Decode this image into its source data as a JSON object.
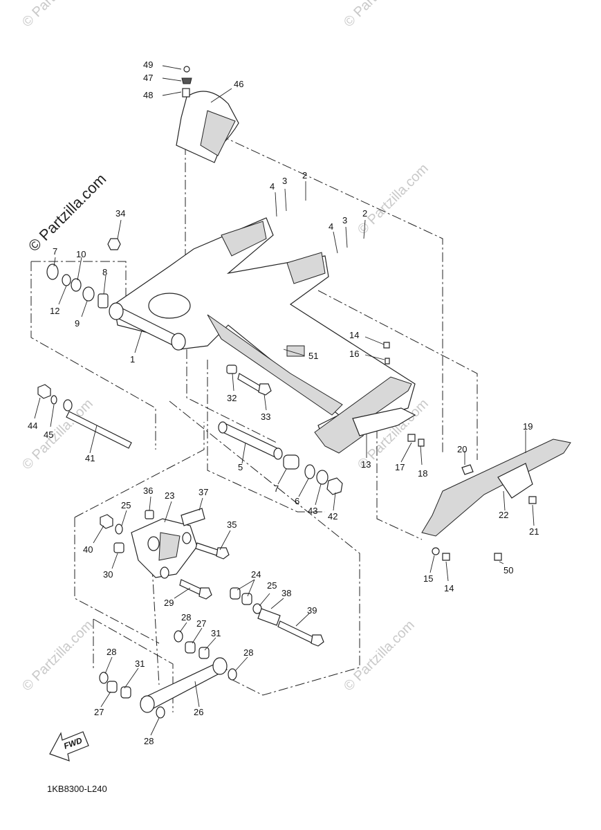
{
  "watermarks": {
    "small": "© Partzilla.com",
    "main": "© Partzilla.com"
  },
  "diagram_code": "1KB8300-L240",
  "fwd_label": "FWD",
  "callouts": {
    "c49": "49",
    "c47": "47",
    "c48": "48",
    "c46": "46",
    "c4a": "4",
    "c3a": "3",
    "c2a": "2",
    "c4b": "4",
    "c3b": "3",
    "c2b": "2",
    "c34": "34",
    "c7": "7",
    "c10": "10",
    "c8": "8",
    "c12": "12",
    "c9": "9",
    "c1": "1",
    "c14a": "14",
    "c16": "16",
    "c51": "51",
    "c32": "32",
    "c33": "33",
    "c44": "44",
    "c45": "45",
    "c41": "41",
    "c5": "5",
    "c13": "13",
    "c17": "17",
    "c18": "18",
    "c19": "19",
    "c20": "20",
    "c22": "22",
    "c21": "21",
    "c7b": "7",
    "c6": "6",
    "c43": "43",
    "c42": "42",
    "c15": "15",
    "c14b": "14",
    "c50": "50",
    "c36": "36",
    "c23": "23",
    "c37": "37",
    "c25a": "25",
    "c40": "40",
    "c35": "35",
    "c30": "30",
    "c24": "24",
    "c25b": "25",
    "c38": "38",
    "c29": "29",
    "c39": "39",
    "c28a": "28",
    "c27a": "27",
    "c31a": "31",
    "c28b": "28",
    "c28c": "28",
    "c31b": "31",
    "c27b": "27",
    "c26": "26",
    "c28d": "28"
  }
}
